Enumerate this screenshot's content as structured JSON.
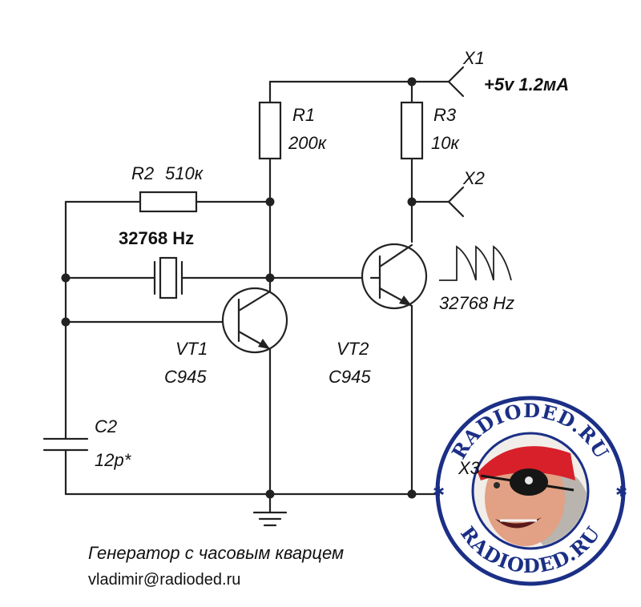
{
  "circuit": {
    "terminals": {
      "x1": "X1",
      "x2": "X2",
      "x3": "X3"
    },
    "supply": "+5v  1.2мА",
    "r1": {
      "ref": "R1",
      "value": "200к"
    },
    "r2": {
      "ref": "R2",
      "value": "510к"
    },
    "r3": {
      "ref": "R3",
      "value": "10к"
    },
    "crystal_freq": "32768 Hz",
    "output_freq": "32768 Hz",
    "vt1": {
      "ref": "VT1",
      "type": "C945"
    },
    "vt2": {
      "ref": "VT2",
      "type": "C945"
    },
    "c2": {
      "ref": "C2",
      "value": "12p*"
    }
  },
  "caption": "Генератор с часовым кварцем",
  "email": "vladimir@radioded.ru",
  "logo": {
    "text_top": "RADIODED.RU",
    "text_bottom": "RADIODED.RU",
    "ring_color": "#1b2f86",
    "bandana_color": "#d8202a"
  }
}
